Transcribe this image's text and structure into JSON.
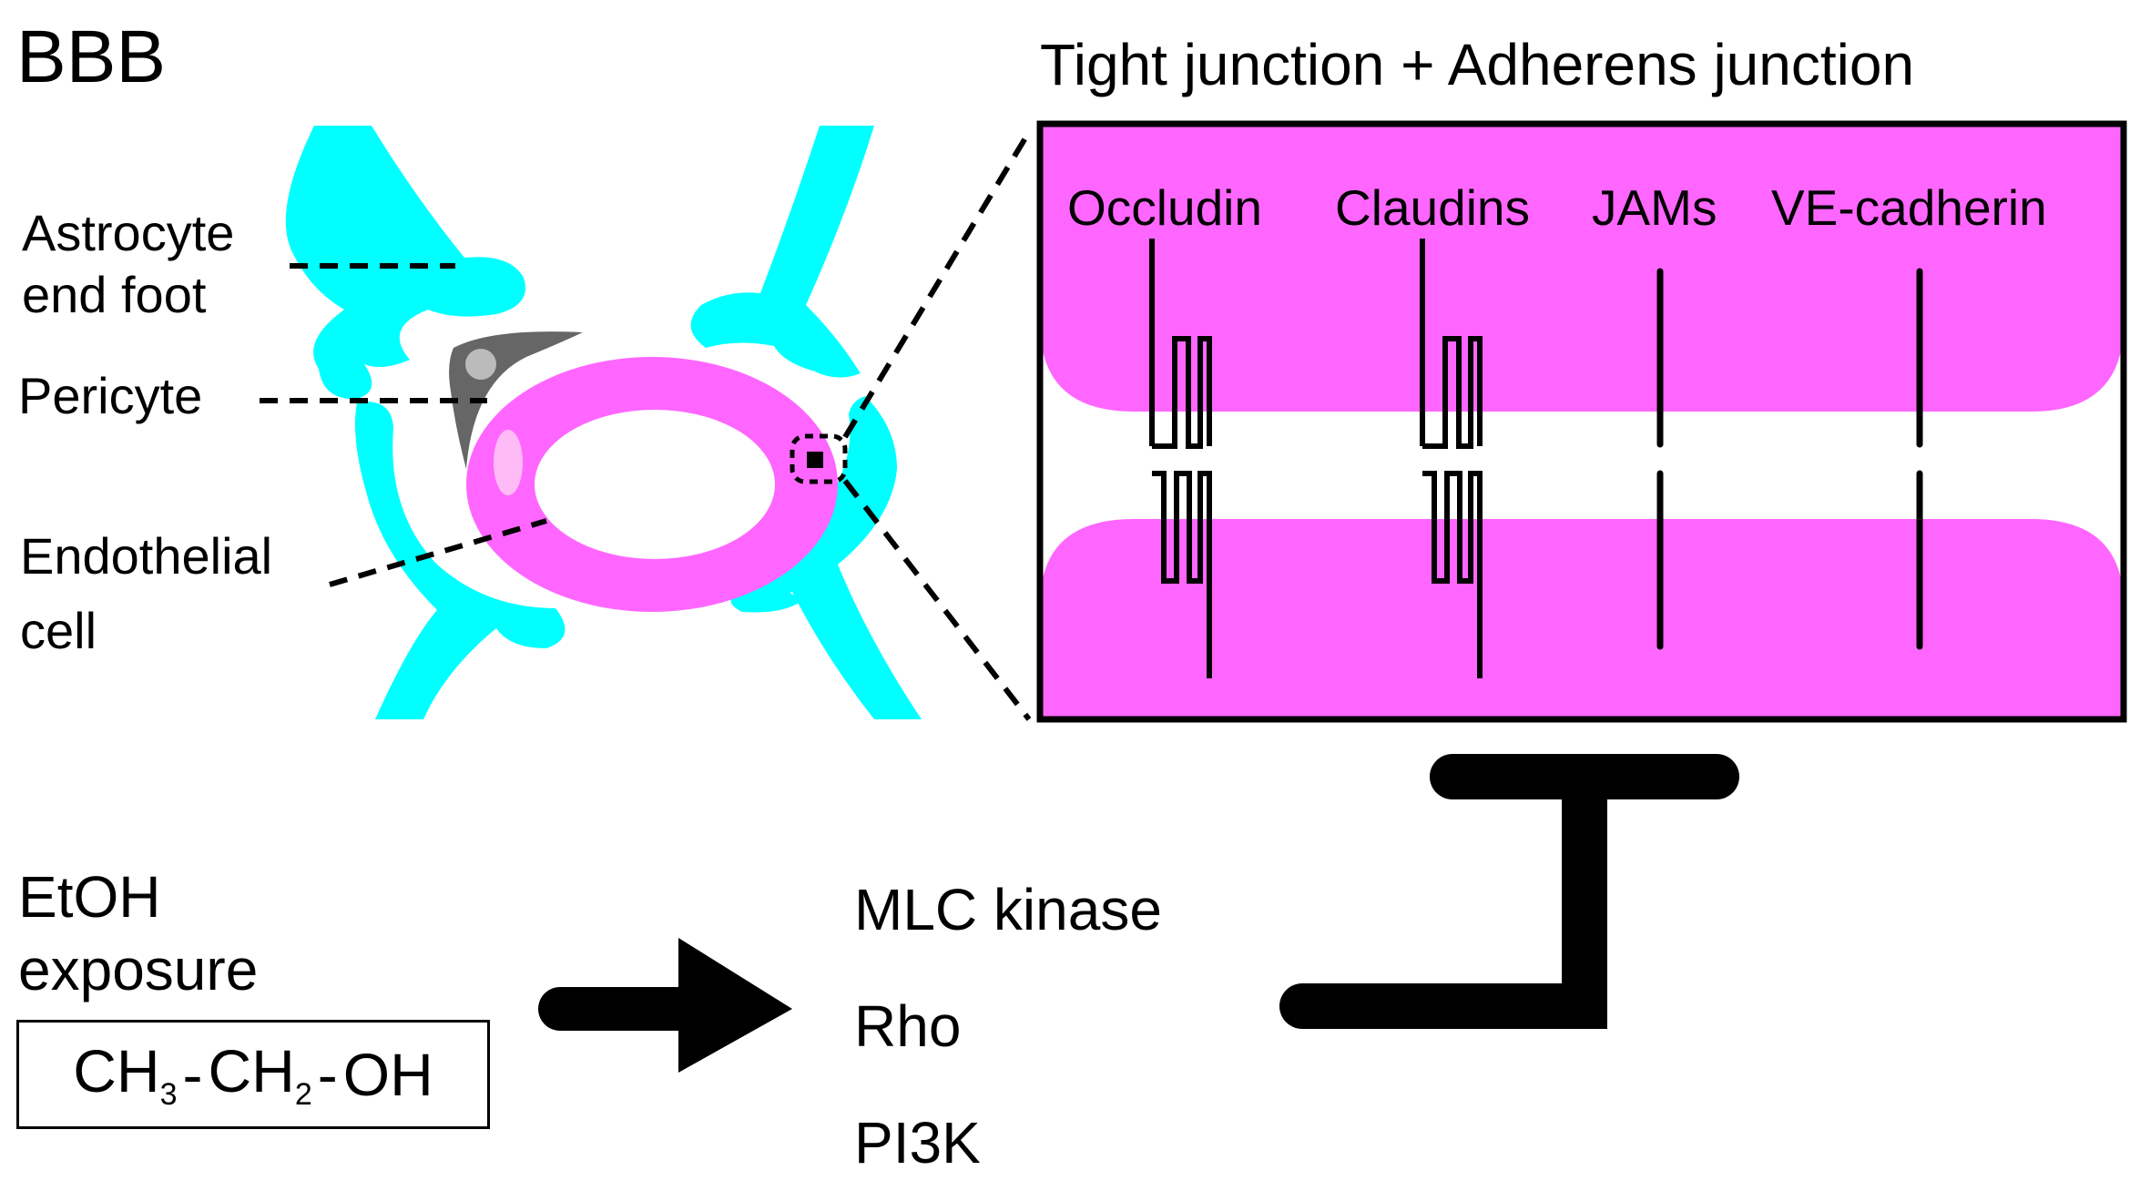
{
  "bbb": {
    "title": "BBB",
    "labels": {
      "astrocyte_line1": "Astrocyte",
      "astrocyte_line2": "end foot",
      "pericyte": "Pericyte",
      "endothelial_line1": "Endothelial",
      "endothelial_line2": "cell"
    }
  },
  "junction": {
    "title": "Tight junction + Adherens junction",
    "proteins": [
      "Occludin",
      "Claudins",
      "JAMs",
      "VE-cadherin"
    ]
  },
  "etoh": {
    "line1": "EtOH",
    "line2": "exposure",
    "formula": {
      "ch": "CH",
      "sub3": "3",
      "dash": "-",
      "sub2": "2",
      "oh": "OH"
    }
  },
  "pathway": [
    "MLC kinase",
    "Rho",
    "PI3K"
  ],
  "colors": {
    "astrocyte": "#00ffff",
    "endothelial": "#ff66ff",
    "endothelial_nucleus": "#ffbbf5",
    "pericyte": "#666666",
    "pericyte_nucleus": "#bbbbbb",
    "line": "#000000"
  }
}
